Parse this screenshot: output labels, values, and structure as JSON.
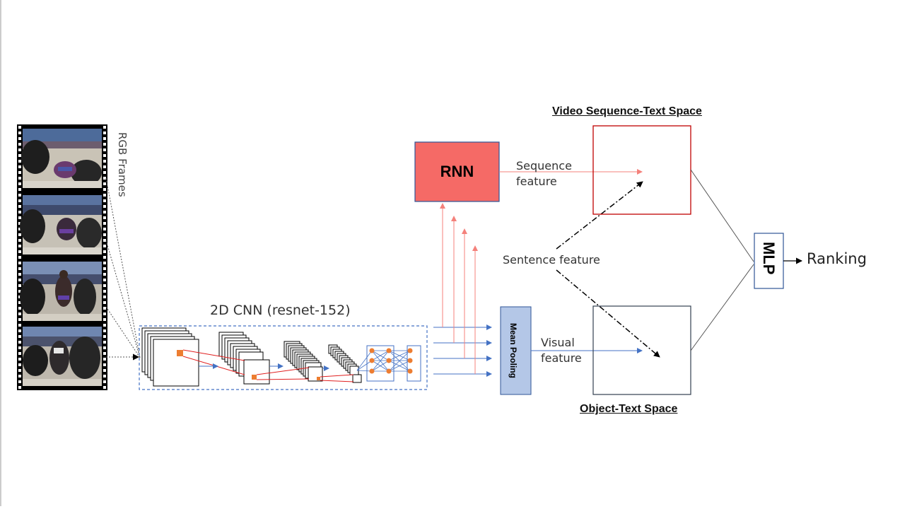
{
  "title_video_space": "Video Sequence-Text Space",
  "title_object_space": "Object-Text Space",
  "label_rgb_frames": "RGB Frames",
  "label_cnn": "2D CNN (resnet-152)",
  "label_rnn": "RNN",
  "label_mean_pooling": "Mean Pooling",
  "label_sequence_feature_1": "Sequence",
  "label_sequence_feature_2": "feature",
  "label_sentence_feature": "Sentence feature",
  "label_visual_feature_1": "Visual",
  "label_visual_feature_2": "feature",
  "label_mlp": "MLP",
  "label_ranking": "Ranking",
  "colors": {
    "rnn_fill": "#f56a66",
    "rnn_border": "#2f5597",
    "mean_pool_fill": "#b4c7e7",
    "video_space_border": "#c00000",
    "object_space_border": "#333f50",
    "blue_arrow": "#4472c4",
    "red_arrow": "#f4817b",
    "cnn_highlight": "#ed7d31"
  }
}
